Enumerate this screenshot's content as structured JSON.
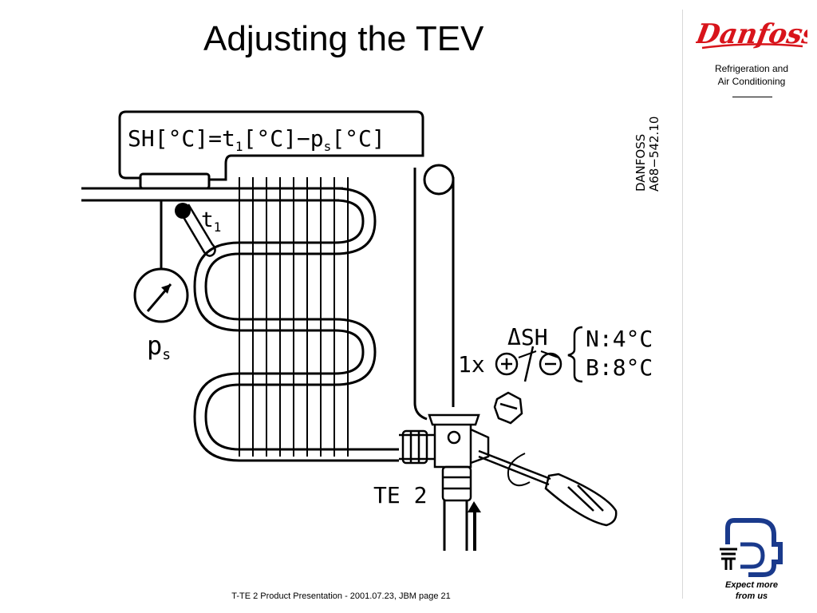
{
  "slide": {
    "title": "Adjusting the TEV",
    "footer": "T-TE 2 Product Presentation - 2001.07.23, JBM page 21"
  },
  "brand": {
    "logo_text": "Danfoss",
    "subtitle_line1": "Refrigeration and",
    "subtitle_line2": "Air Conditioning",
    "tagline_line1": "Expect more",
    "tagline_line2": "from us",
    "logo_color": "#d8141b",
    "mark_color": "#1a3a8c"
  },
  "diagram": {
    "formula": {
      "sh": "SH",
      "eq1": "[°C]=t",
      "sub1": "1",
      "eq2": "[°C]−p",
      "sub2": "s",
      "eq3": "[°C]"
    },
    "t1_label": {
      "main": "t",
      "sub": "1"
    },
    "ps_label": {
      "main": "p",
      "sub": "s"
    },
    "delta_sh": "ΔSH",
    "turns": "1x",
    "normal": "N:4°C",
    "brine": "B:8°C",
    "valve_label": "TE 2",
    "ref_line1": "DANFOSS",
    "ref_line2": "A68−542.10"
  }
}
